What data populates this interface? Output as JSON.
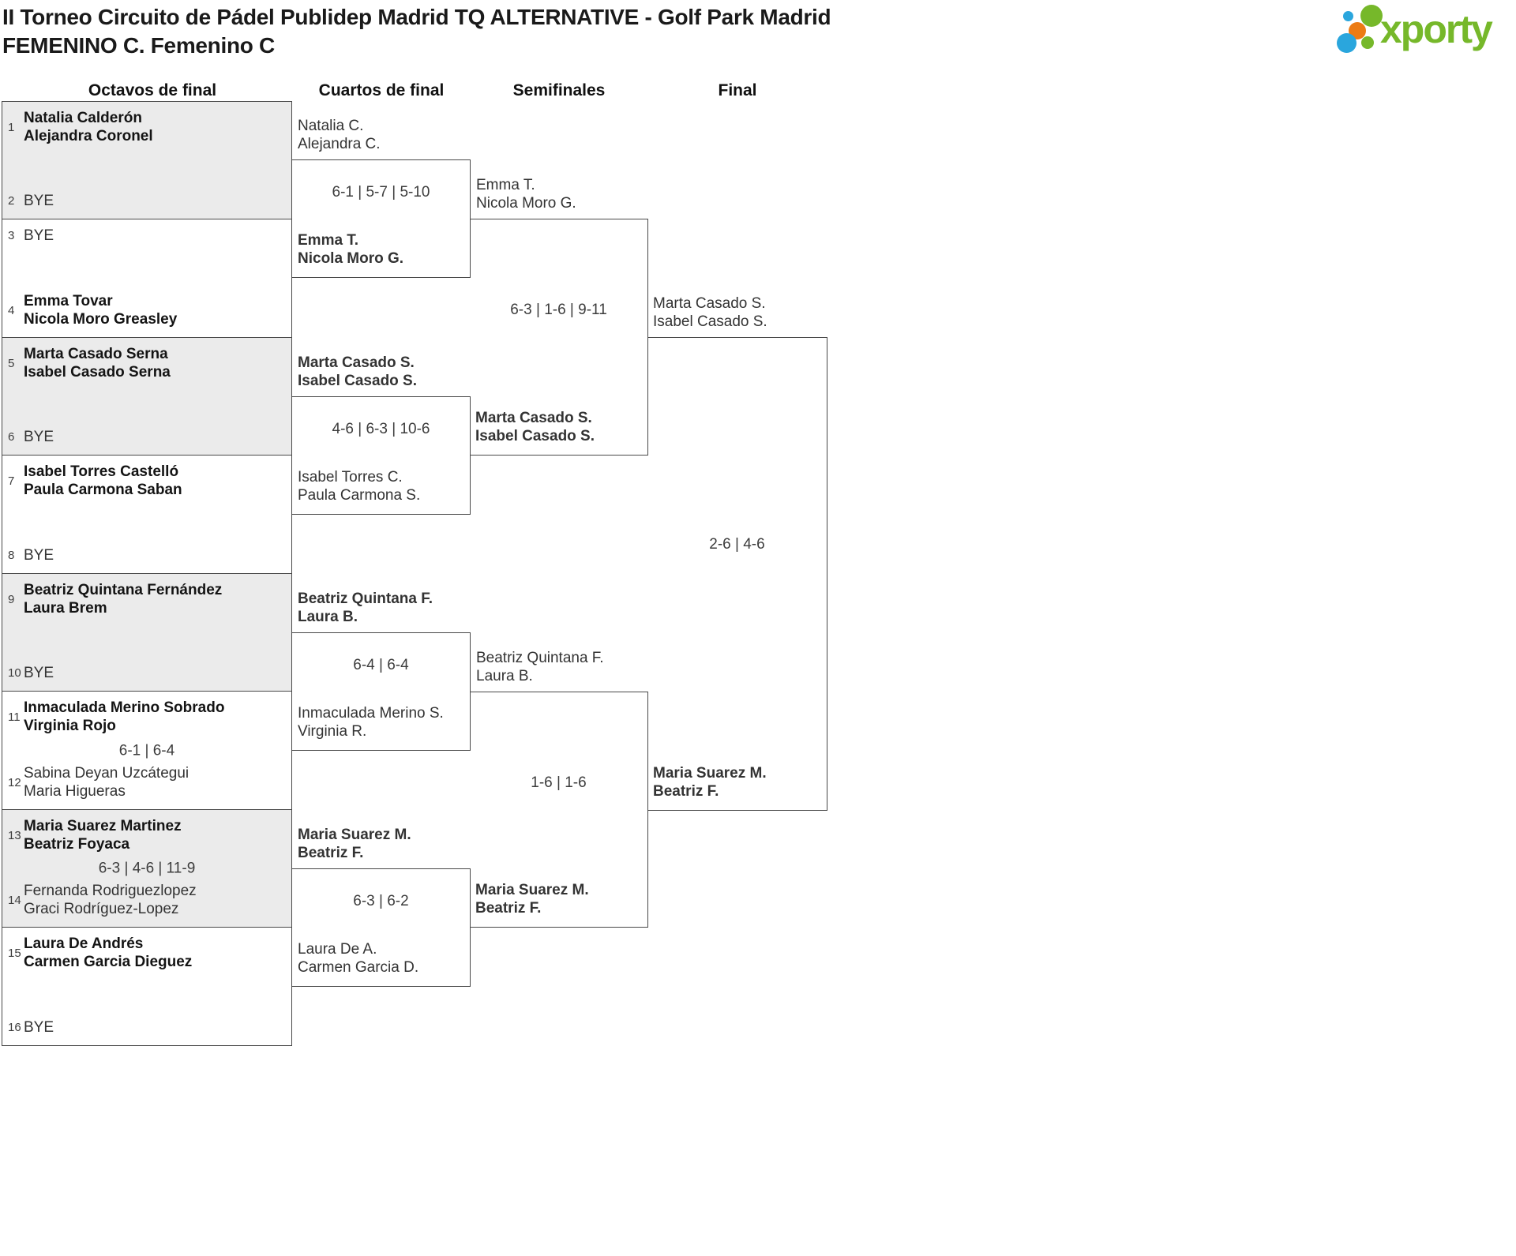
{
  "header": {
    "title_line1": "II Torneo Circuito de Pádel Publidep Madrid TQ ALTERNATIVE - Golf Park Madrid",
    "title_line2": "FEMENINO C. Femenino C",
    "logo_text": "xporty"
  },
  "columns": [
    "Octavos de final",
    "Cuartos de final",
    "Semifinales",
    "Final"
  ],
  "colors": {
    "brand_green": "#76b82a",
    "dot_blue": "#2aa6dd",
    "dot_orange": "#ec7b13",
    "box_shade": "#ebebeb",
    "box_border": "#484848"
  },
  "r16": [
    {
      "score": "",
      "top": {
        "seed": "1",
        "line1": "Natalia Calderón",
        "line2": "Alejandra Coronel",
        "winner": true
      },
      "bottom": {
        "seed": "2",
        "line1": "BYE",
        "line2": "",
        "winner": false
      }
    },
    {
      "score": "",
      "top": {
        "seed": "3",
        "line1": "BYE",
        "line2": "",
        "winner": false
      },
      "bottom": {
        "seed": "4",
        "line1": "Emma Tovar",
        "line2": "Nicola Moro Greasley",
        "winner": true
      }
    },
    {
      "score": "",
      "top": {
        "seed": "5",
        "line1": "Marta Casado Serna",
        "line2": "Isabel Casado Serna",
        "winner": true
      },
      "bottom": {
        "seed": "6",
        "line1": "BYE",
        "line2": "",
        "winner": false
      }
    },
    {
      "score": "",
      "top": {
        "seed": "7",
        "line1": "Isabel Torres Castelló",
        "line2": "Paula Carmona Saban",
        "winner": true
      },
      "bottom": {
        "seed": "8",
        "line1": "BYE",
        "line2": "",
        "winner": false
      }
    },
    {
      "score": "",
      "top": {
        "seed": "9",
        "line1": "Beatriz Quintana Fernández",
        "line2": "Laura Brem",
        "winner": true
      },
      "bottom": {
        "seed": "10",
        "line1": "BYE",
        "line2": "",
        "winner": false
      }
    },
    {
      "score": "6-1 | 6-4",
      "top": {
        "seed": "11",
        "line1": "Inmaculada Merino Sobrado",
        "line2": "Virginia Rojo",
        "winner": true
      },
      "bottom": {
        "seed": "12",
        "line1": "Sabina Deyan Uzcátegui",
        "line2": "Maria Higueras",
        "winner": false
      }
    },
    {
      "score": "6-3 | 4-6 | 11-9",
      "top": {
        "seed": "13",
        "line1": "Maria Suarez Martinez",
        "line2": "Beatriz Foyaca",
        "winner": true
      },
      "bottom": {
        "seed": "14",
        "line1": "Fernanda Rodriguezlopez",
        "line2": "Graci Rodríguez-Lopez",
        "winner": false
      }
    },
    {
      "score": "",
      "top": {
        "seed": "15",
        "line1": "Laura De Andrés",
        "line2": "Carmen Garcia Dieguez",
        "winner": true
      },
      "bottom": {
        "seed": "16",
        "line1": "BYE",
        "line2": "",
        "winner": false
      }
    }
  ],
  "qf": [
    {
      "score": "6-1 | 5-7 | 5-10",
      "top": {
        "line1": "Natalia C.",
        "line2": "Alejandra C.",
        "winner": false
      },
      "bottom": {
        "line1": "Emma T.",
        "line2": "Nicola Moro G.",
        "winner": true
      }
    },
    {
      "score": "4-6 | 6-3 | 10-6",
      "top": {
        "line1": "Marta Casado S.",
        "line2": "Isabel Casado S.",
        "winner": true
      },
      "bottom": {
        "line1": "Isabel Torres C.",
        "line2": "Paula Carmona S.",
        "winner": false
      }
    },
    {
      "score": "6-4 | 6-4",
      "top": {
        "line1": "Beatriz Quintana F.",
        "line2": "Laura B.",
        "winner": true
      },
      "bottom": {
        "line1": "Inmaculada Merino S.",
        "line2": "Virginia R.",
        "winner": false
      }
    },
    {
      "score": "6-3 | 6-2",
      "top": {
        "line1": "Maria Suarez M.",
        "line2": "Beatriz F.",
        "winner": true
      },
      "bottom": {
        "line1": "Laura De A.",
        "line2": "Carmen Garcia D.",
        "winner": false
      }
    }
  ],
  "sf": [
    {
      "score": "6-3 | 1-6 | 9-11",
      "top": {
        "line1": "Emma T.",
        "line2": "Nicola Moro G.",
        "winner": false
      },
      "bottom": {
        "line1": "Marta Casado S.",
        "line2": "Isabel Casado S.",
        "winner": true
      }
    },
    {
      "score": "1-6 | 1-6",
      "top": {
        "line1": "Beatriz Quintana F.",
        "line2": "Laura B.",
        "winner": false
      },
      "bottom": {
        "line1": "Maria Suarez M.",
        "line2": "Beatriz F.",
        "winner": true
      }
    }
  ],
  "final": {
    "score": "2-6 | 4-6",
    "top": {
      "line1": "Marta Casado S.",
      "line2": "Isabel Casado S.",
      "winner": false
    },
    "bottom": {
      "line1": "Maria Suarez M.",
      "line2": "Beatriz F.",
      "winner": true
    }
  }
}
